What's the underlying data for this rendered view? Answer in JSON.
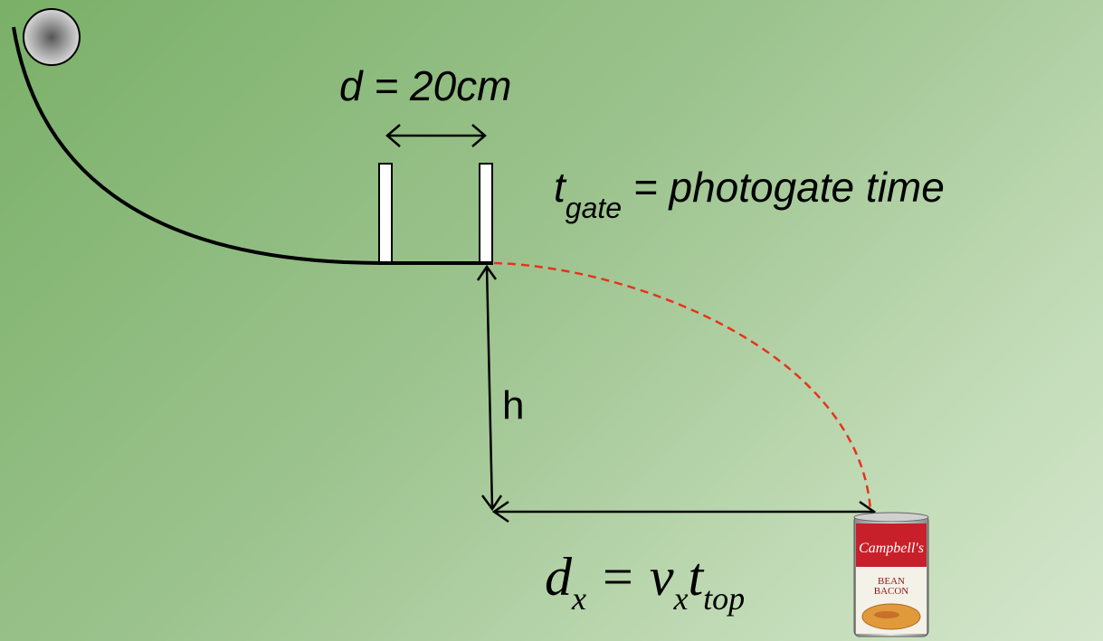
{
  "labels": {
    "gate_spacing": "d = 20cm",
    "photogate_var": "t",
    "photogate_sub": "gate",
    "photogate_desc": "= photogate time",
    "height": "h",
    "range_lhs": "d",
    "range_lhs_sub": "x",
    "range_eq": "=",
    "range_v": "v",
    "range_v_sub": "x",
    "range_t": "t",
    "range_t_sub": "top"
  },
  "can": {
    "brand": "Campbell's",
    "line1": "BEAN",
    "line2": "BACON"
  },
  "colors": {
    "trajectory": "#e8321e",
    "track": "#000000",
    "can_red": "#c8202a",
    "soup": "#e09a3c"
  }
}
